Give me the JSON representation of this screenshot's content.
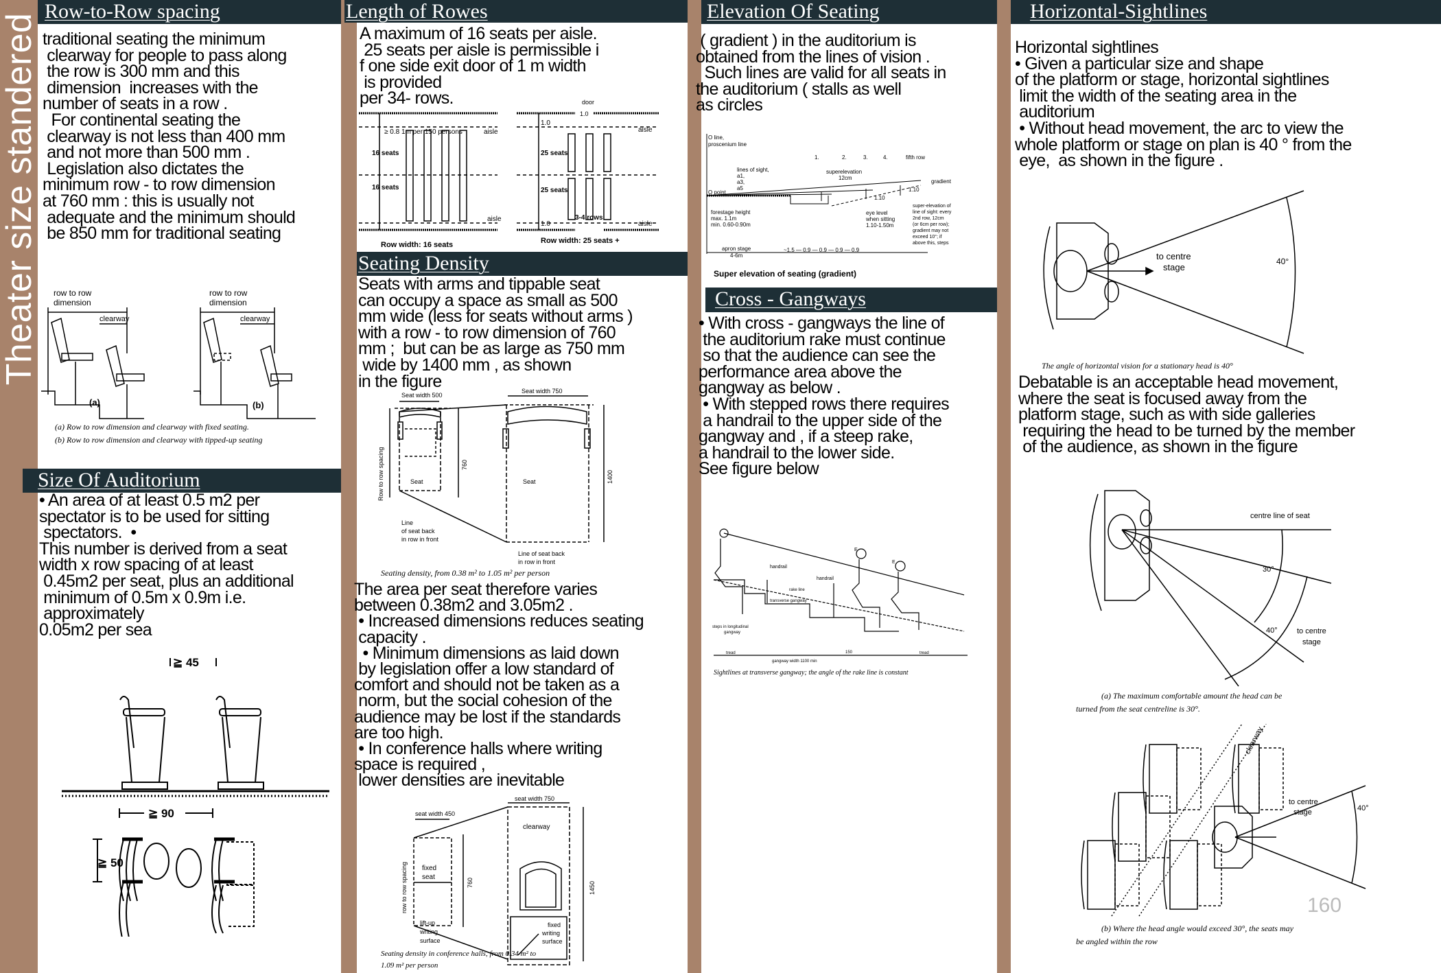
{
  "side_title": "Theater size standered",
  "colors": {
    "background": "#a8836b",
    "header": "#1e2f36",
    "panel": "#ffffff"
  },
  "page_number": "160",
  "sections": {
    "row_spacing": {
      "title": "Row-to-Row spacing",
      "text": "traditional seating the minimum\n clearway for people to pass along\n the row is 300 mm and this\n dimension  increases with the\nnumber of seats in a row .\n  For continental seating the\n clearway is not less than 400 mm\n and not more than 500 mm .\n Legislation also dictates the\nminimum row - to row dimension\nat 760 mm : this is usually not\n adequate and the minimum should\n be 850 mm for traditional seating"
    },
    "auditorium": {
      "title": "Size Of Auditorium",
      "text": "• An area of at least 0.5 m2 per\nspectator is to be used for sitting\n spectators.  •\nThis number is derived from a seat\nwidth x row spacing of at least\n 0.45m2 per seat, plus an additional\n minimum of 0.5m x 0.9m i.e.\n approximately\n0.05m2 per sea"
    },
    "rows_length": {
      "title": "Length of Rowes",
      "text": "A maximum of 16 seats per aisle.\n 25 seats per aisle is permissible i\nf one side exit door of 1 m width\n is provided\nper 34- rows."
    },
    "density": {
      "title": "Seating Density",
      "text": "Seats with arms and tippable seat\ncan occupy a space as small as 500\nmm wide (less for seats without arms )\nwith a row - to row dimension of 760\nmm ;  but can be as large as 750 mm\n wide by 1400 mm , as shown\nin the figure",
      "text2": "The area per seat therefore varies\nbetween 0.38m2 and 3.05m2 .\n • Increased dimensions reduces seating\n capacity .\n  • Minimum dimensions as laid down\n by legislation offer a low standard of\ncomfort and should not be taken as a\n norm, but the social cohesion of the\naudience may be lost if the standards\nare too high.\n • In conference halls where writing\nspace is required ,\n lower densities are inevitable"
    },
    "elevation": {
      "title": "Elevation Of Seating",
      "text": " ( gradient ) in the auditorium is\nobtained from the lines of vision .\n  Such lines are valid for all seats in\nthe auditorium ( stalls as well\nas circles"
    },
    "gangways": {
      "title": "Cross - Gangways",
      "text": "• With cross - gangways the line of\n the auditorium rake must continue\n so that the audience can see the\nperformance area above the\ngangway as below .\n • With stepped rows there requires\n a handrail to the upper side of the\ngangway and , if a steep rake,\na handrail to the lower side.\nSee figure below"
    },
    "sightlines": {
      "title": "Horizontal-Sightlines",
      "text": "Horizontal sightlines\n• Given a particular size and shape\nof the platform or stage, horizontal sightlines\n limit the width of the seating area in the\n auditorium\n • Without head movement, the arc to view the\nwhole platform or stage on plan is 40 ° from the\n eye,  as shown in the figure .",
      "text2": "Debatable is an acceptable head movement,\nwhere the seat is focused away from the\nplatform stage, such as with side galleries\n requiring the head to be turned by the member\n of the audience, as shown in the figure"
    }
  },
  "figures": {
    "row_to_row": {
      "labels": [
        "row to row",
        "dimension",
        "clearway",
        "row to row",
        "dimension",
        "clearway",
        "(a)",
        "(b)",
        "(a) Row to row dimension and clearway with fixed seating.",
        "(b) Row to row dimension and clearway with tipped-up seating"
      ]
    },
    "seat_min": {
      "labels": [
        "≧ 45",
        "≧ 90",
        "≧ 50"
      ]
    },
    "row_width": {
      "labels": [
        "≥ 0.8  1m per 150 persons",
        "aisle",
        "16 seats",
        "16 seats",
        "aisle",
        "Row width: 16 seats",
        "door",
        "1.0",
        "1.0",
        "aisle",
        "25 seats",
        "25 seats",
        "3-4 rows",
        "1.0",
        "aisle",
        "Row width: 25 seats +"
      ]
    },
    "density": {
      "labels": [
        "Seat width 500",
        "Seat width 750",
        "Row to row spacing",
        "760",
        "1400",
        "Seat",
        "Seat",
        "Line",
        "of seat back",
        "in row in front",
        "Line of seat back",
        "in row in front",
        "Seating density, from 0.38 m² to 1.05 m² per person"
      ]
    },
    "conference": {
      "labels": [
        "seat width 750",
        "seat width 450",
        "clearway",
        "fixed",
        "seat",
        "760",
        "1450",
        "row to row spacing",
        "lift-up",
        "writing",
        "surface",
        "fixed",
        "writing",
        "surface",
        "Seating density in conference halls, from 0.34 m² to",
        "1.09 m² per person"
      ]
    },
    "elevation": {
      "labels": [
        "O line,",
        "proscenium line",
        "1.",
        "2.",
        "3.",
        "4.",
        "fifth row",
        "lines of sight,",
        "a1,",
        "a3,",
        "a5",
        "superelevation",
        "12cm",
        "gradient",
        "O point",
        "1.10",
        "1.10",
        "forestage height",
        "max. 1.1m",
        "min. 0.60-0.90m",
        "eye level",
        "when sitting",
        "1.10-1.50m",
        "super-elevation of",
        "line of sight: every",
        "2nd row, 12cm",
        "(or 6cm per row);",
        "gradient may not",
        "exceed 10°; if",
        "above this, steps",
        "apron stage",
        "4-6m",
        "~1.5 — 0.9 — 0.9 — 0.9 — 0.9",
        "Super elevation of seating (gradient)"
      ]
    },
    "gangway": {
      "labels": [
        "handrail",
        "handrail",
        "E",
        "E",
        "rake line",
        "transverse  gangway",
        "steps in longitudinal",
        "gangway",
        "tread",
        "150",
        "tread",
        "gangway width 1100 min",
        "Sightlines at transverse gangway; the angle of the rake line is constant"
      ]
    },
    "horizontal": {
      "labels": [
        "to centre",
        "stage",
        "40°",
        "The angle of horizontal vision for a stationary head is 40°"
      ]
    },
    "head_turn": {
      "labels": [
        "centre line of seat",
        "30°",
        "40°",
        "to centre",
        "stage",
        "(a) The maximum comfortable amount the head can be",
        "turned from the seat centreline is 30°."
      ]
    },
    "angled_seats": {
      "labels": [
        "clearway",
        "to centre",
        "stage",
        "40°",
        "(b) Where the head angle would exceed 30°, the seats may",
        "be angled within the row"
      ]
    }
  }
}
